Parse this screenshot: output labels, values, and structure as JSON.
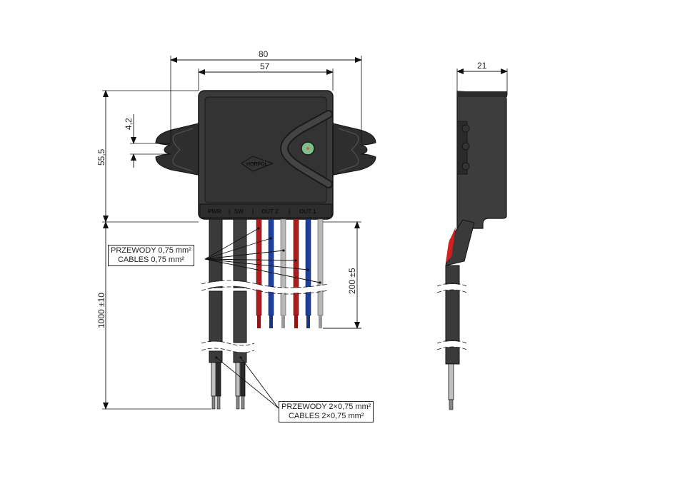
{
  "dimensions": {
    "overall_width": "80",
    "body_width": "57",
    "height": "55,5",
    "mount_slot": "4,2",
    "cable_length": "1000 ±10",
    "lead_length": "200 ±5",
    "depth": "21"
  },
  "ports": [
    "PWR",
    "SW",
    "OUT 2",
    "OUT 1"
  ],
  "logo": "HORPOL",
  "callouts": {
    "thin_cables": {
      "line1": "PRZEWODY 0,75 mm²",
      "line2": "CABLES 0,75 mm²"
    },
    "thick_cables": {
      "line1": "PRZEWODY 2×0,75 mm²",
      "line2": "CABLES 2×0,75 mm²"
    }
  },
  "colors": {
    "housing": "#3a3a3a",
    "housing_dark": "#222222",
    "wire_red": "#b01c1c",
    "wire_blue": "#1f3f9c",
    "wire_grey": "#b8b8b8",
    "led": "#7fbf8a",
    "grommet_red": "#d02020"
  },
  "views": [
    "front-view",
    "side-view"
  ]
}
